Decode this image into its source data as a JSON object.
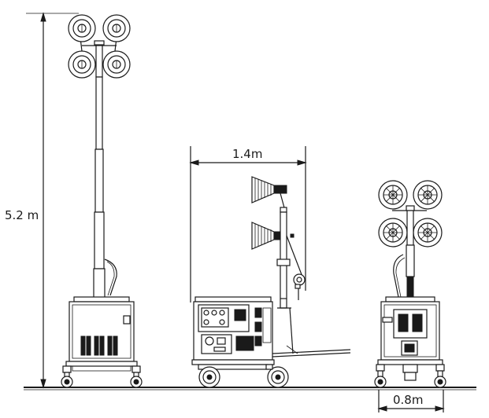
{
  "dimensions": {
    "tower_height": "5.2 m",
    "lamp_span": "1.4m",
    "base_width": "0.8m"
  },
  "colors": {
    "line": "#1a1a1a",
    "background": "#ffffff"
  }
}
